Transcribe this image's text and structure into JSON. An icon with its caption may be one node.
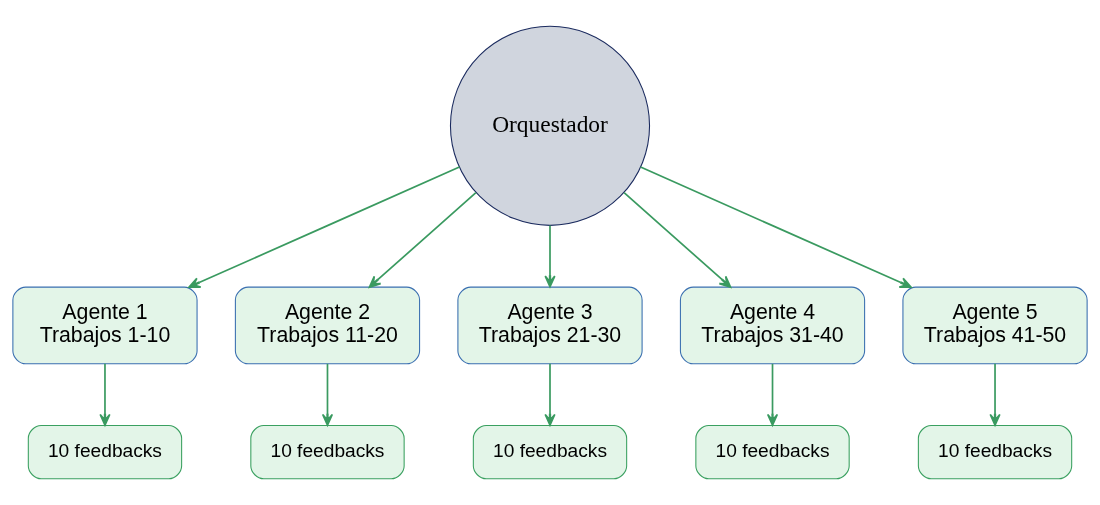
{
  "diagram": {
    "nodes": [
      {
        "text": [
          "Orquestador"
        ]
      },
      {
        "text": [
          "Agente 1",
          "Trabajos 1-10"
        ]
      },
      {
        "text": [
          "Agente 2",
          "Trabajos 11-20"
        ]
      },
      {
        "text": [
          "Agente 3",
          "Trabajos 21-30"
        ]
      },
      {
        "text": [
          "Agente 4",
          "Trabajos 31-40"
        ]
      },
      {
        "text": [
          "Agente 5",
          "Trabajos 41-50"
        ]
      },
      {
        "text": [
          "10 feedbacks"
        ]
      },
      {
        "text": [
          "10 feedbacks"
        ]
      },
      {
        "text": [
          "10 feedbacks"
        ]
      },
      {
        "text": [
          "10 feedbacks"
        ]
      },
      {
        "text": [
          "10 feedbacks"
        ]
      }
    ],
    "edges": [
      {
        "from": 0,
        "to": 1,
        "arrow": "to"
      },
      {
        "from": 0,
        "to": 2,
        "arrow": "to"
      },
      {
        "from": 0,
        "to": 3,
        "arrow": "to"
      },
      {
        "from": 0,
        "to": 4,
        "arrow": "to"
      },
      {
        "from": 0,
        "to": 5,
        "arrow": "to"
      },
      {
        "from": 1,
        "to": 6,
        "arrow": "to"
      },
      {
        "from": 2,
        "to": 7,
        "arrow": "to"
      },
      {
        "from": 3,
        "to": 8,
        "arrow": "to"
      },
      {
        "from": 4,
        "to": 9,
        "arrow": "to"
      },
      {
        "from": 5,
        "to": 10,
        "arrow": "to"
      }
    ]
  }
}
